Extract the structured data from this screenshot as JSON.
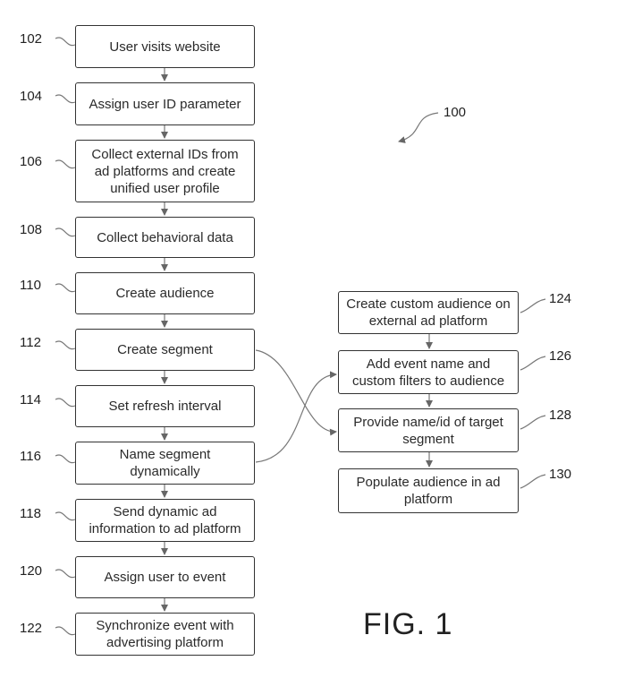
{
  "diagram": {
    "figure_label": "FIG. 1",
    "figure_ref": "100",
    "steps": [
      {
        "ref": "102",
        "text": "User visits website"
      },
      {
        "ref": "104",
        "text": "Assign user ID parameter"
      },
      {
        "ref": "106",
        "text": "Collect external IDs from\nad platforms and create\nunified user profile"
      },
      {
        "ref": "108",
        "text": "Collect behavioral data"
      },
      {
        "ref": "110",
        "text": "Create audience"
      },
      {
        "ref": "112",
        "text": "Create segment"
      },
      {
        "ref": "114",
        "text": "Set refresh interval"
      },
      {
        "ref": "116",
        "text": "Name segment\ndynamically"
      },
      {
        "ref": "118",
        "text": "Send dynamic ad\ninformation to ad platform"
      },
      {
        "ref": "120",
        "text": "Assign user to event"
      },
      {
        "ref": "122",
        "text": "Synchronize event with\nadvertising platform"
      },
      {
        "ref": "124",
        "text": "Create custom audience on\nexternal ad platform"
      },
      {
        "ref": "126",
        "text": "Add event name and\ncustom filters to audience"
      },
      {
        "ref": "128",
        "text": "Provide name/id of target\nsegment"
      },
      {
        "ref": "130",
        "text": "Populate audience in ad\nplatform"
      }
    ]
  }
}
